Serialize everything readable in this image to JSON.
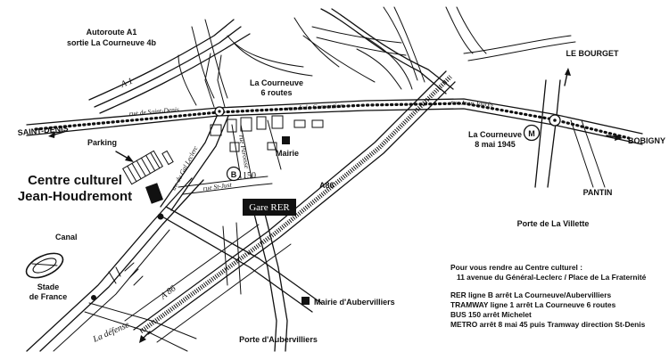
{
  "labels": {
    "autoroute_line1": "Autoroute A1",
    "autoroute_line2": "sortie La Courneuve 4b",
    "a1_shield": "A 1",
    "saint_denis": "SAINT-DENIS",
    "courneuve_6routes_line1": "La Courneuve",
    "courneuve_6routes_line2": "6 routes",
    "le_bourget": "LE BOURGET",
    "bobigny": "BOBIGNY",
    "pantin": "PANTIN",
    "courneuve_8mai_line1": "La Courneuve",
    "courneuve_8mai_line2": "8 mai 1945",
    "metro_symbol": "M",
    "parking": "Parking",
    "centre_line1": "Centre culturel",
    "centre_line2": "Jean-Houdremont",
    "mairie": "Mairie",
    "bus_number": "150",
    "bus_symbol": "B",
    "a86": "A86",
    "a86_lower": "A 86",
    "gare_rer": "Gare RER",
    "canal": "Canal",
    "stade_line1": "Stade",
    "stade_line2": "de France",
    "porte_villette": "Porte de La Villette",
    "mairie_aubervilliers": "Mairie d'Aubervilliers",
    "porte_aubervilliers": "Porte d'Aubervilliers",
    "la_defense": "La défense",
    "street_saint_denis": "rue de Saint-Denis",
    "street_convention": "rue de la Convention",
    "street_jean_jaures": "rue Jean Jaurès",
    "street_gal_leclerc": "av. du Gal Leclerc",
    "street_st_just": "rue St-Just",
    "street_paroisse": "rue Paroisse"
  },
  "info": {
    "line1": "Pour vous rendre au Centre culturel :",
    "line2": "11 avenue du Général-Leclerc / Place de La Fraternité",
    "rer": "RER ligne B arrêt La Courneuve/Aubervilliers",
    "tramway": "TRAMWAY ligne 1 arrêt La Courneuve 6 routes",
    "bus": "BUS 150 arrêt Michelet",
    "metro": "METRO arrêt 8 mai 45 puis Tramway direction St-Denis"
  },
  "colors": {
    "ink": "#111111",
    "paper": "#ffffff"
  }
}
